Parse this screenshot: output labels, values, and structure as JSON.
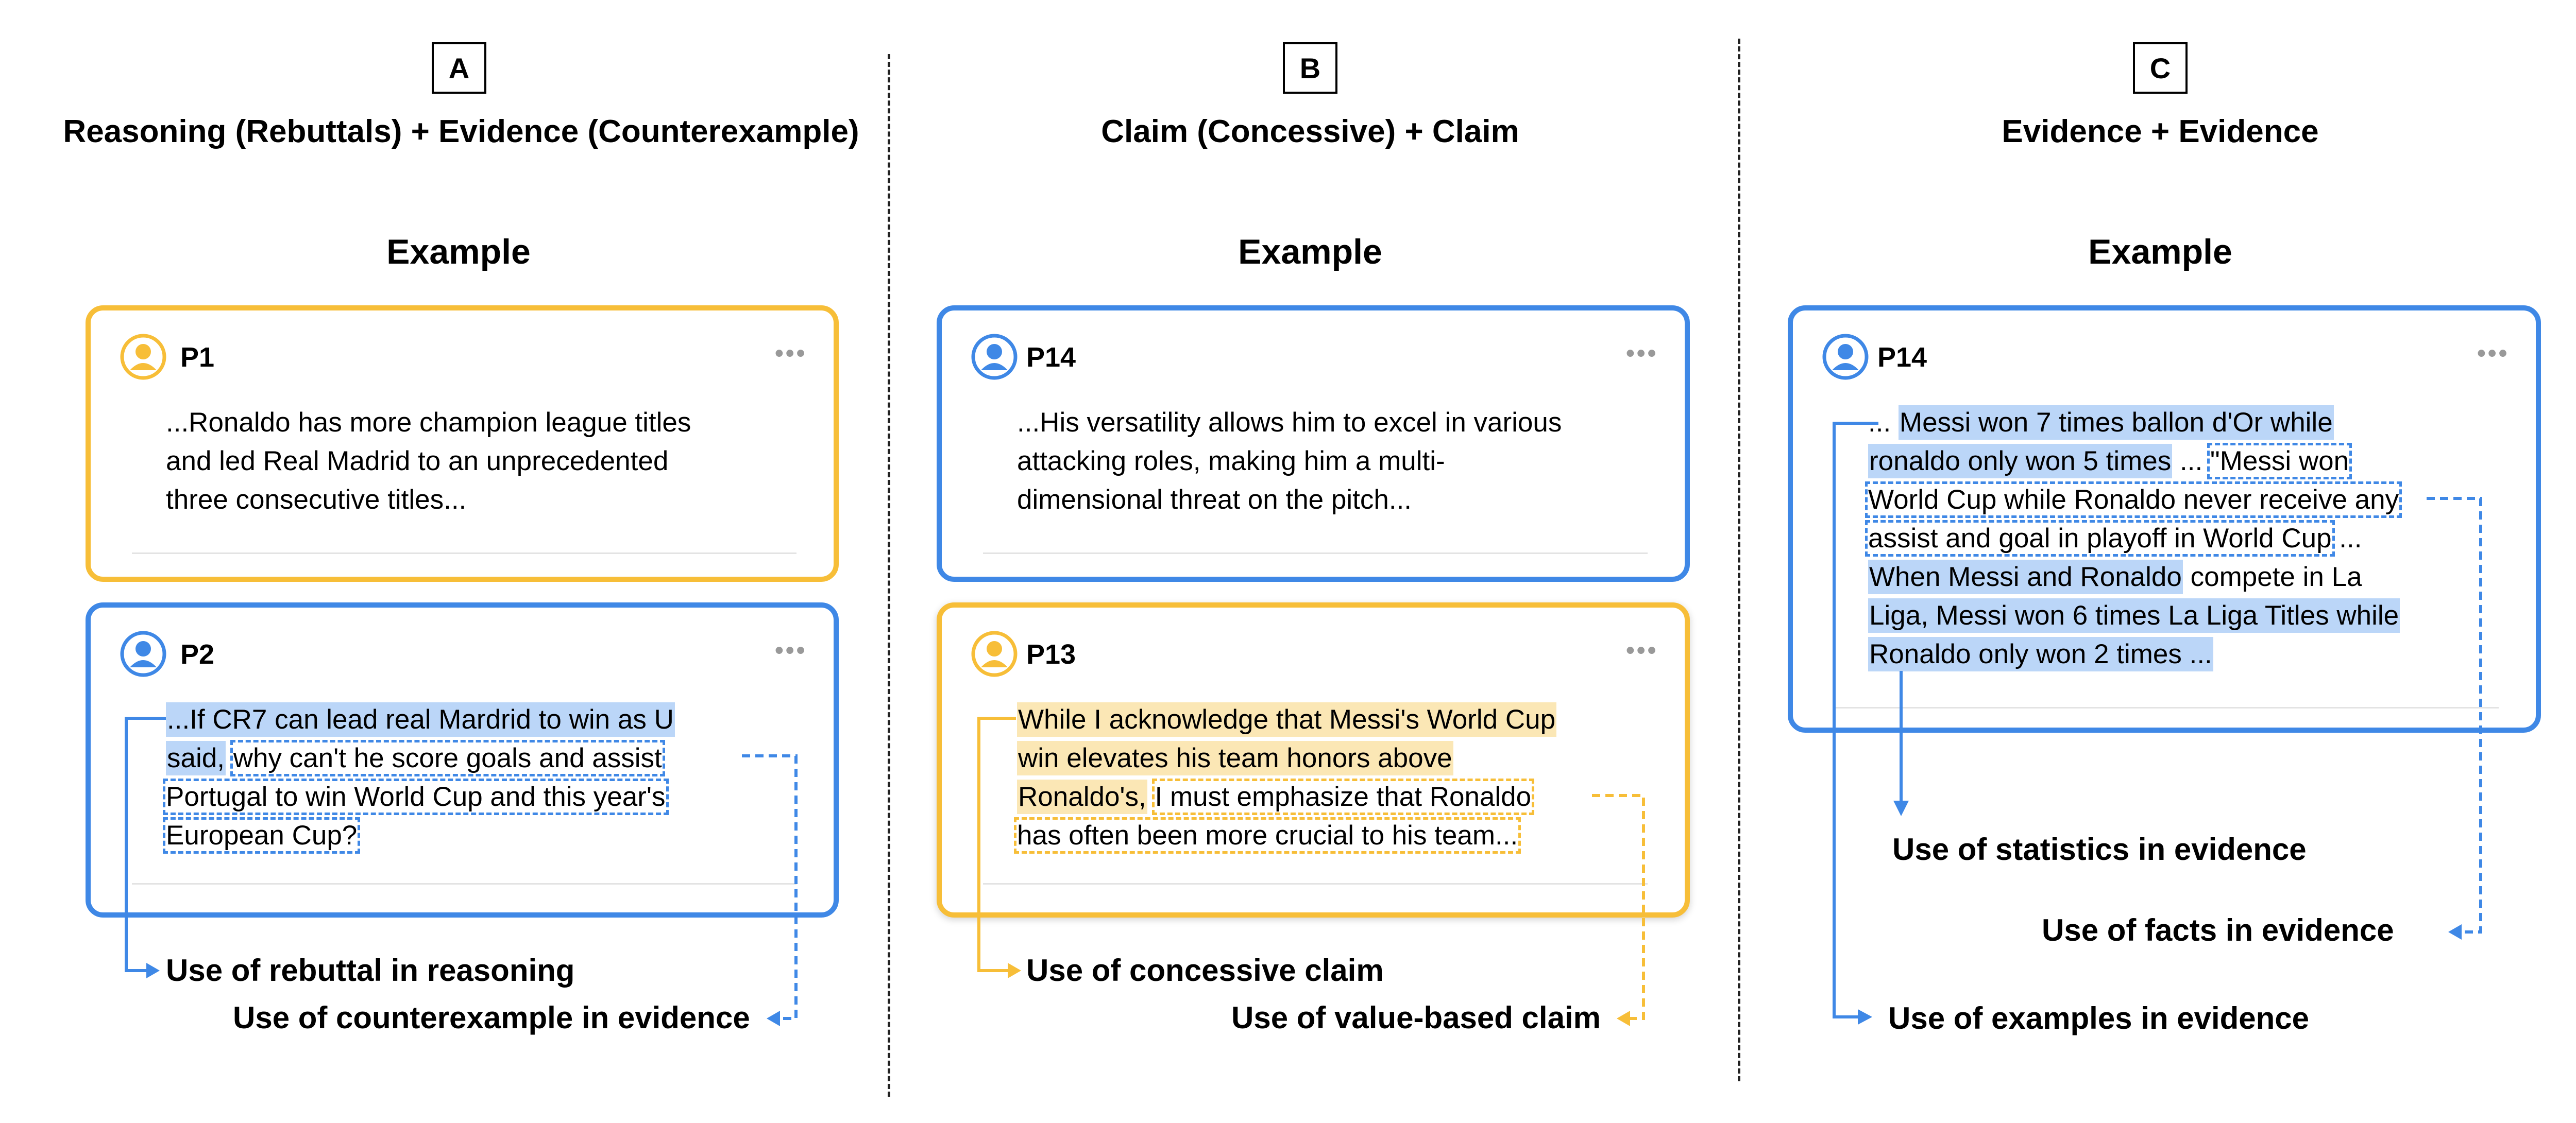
{
  "colors": {
    "blue": "#3F88E6",
    "yellow": "#F7BE38",
    "blue_highlight": "#BBD6F8",
    "yellow_highlight": "#FBE7B5"
  },
  "panels": [
    {
      "letter": "A",
      "title": "Reasoning (Rebuttals) + Evidence (Counterexample)",
      "example_label": "Example",
      "cards": [
        {
          "name": "P1",
          "avatar": "user-icon-yellow",
          "text_lines": [
            "...Ronaldo has more champion league titles",
            "and led Real Madrid to an unprecedented",
            "three consecutive titles..."
          ]
        },
        {
          "name": "P2",
          "avatar": "user-icon-blue",
          "segments": {
            "s1a": "...If CR7 can lead real Mardrid to win as U",
            "s1b": "said,",
            "s2a": "why can't he score goals and assist",
            "s2b": "Portugal to win World Cup and this year's",
            "s2c": "European Cup?"
          }
        }
      ],
      "annotations": [
        "Use of rebuttal in reasoning",
        "Use of counterexample in evidence"
      ]
    },
    {
      "letter": "B",
      "title": "Claim (Concessive) + Claim",
      "example_label": "Example",
      "cards": [
        {
          "name": "P14",
          "avatar": "user-icon-blue",
          "text_lines": [
            "...His versatility allows him to excel in various",
            "attacking roles, making him a multi-",
            "dimensional threat on the pitch..."
          ]
        },
        {
          "name": "P13",
          "avatar": "user-icon-yellow",
          "segments": {
            "s1a": "While I acknowledge that Messi's World Cup",
            "s1b": "win elevates his team honors above",
            "s1c": "Ronaldo's,",
            "s2a": "I must emphasize that Ronaldo",
            "s2b": "has often been more crucial to his team..."
          }
        }
      ],
      "annotations": [
        "Use of concessive claim",
        "Use of value-based claim"
      ]
    },
    {
      "letter": "C",
      "title": "Evidence + Evidence",
      "example_label": "Example",
      "cards": [
        {
          "name": "P14",
          "avatar": "user-icon-blue",
          "segments": {
            "pre": "...",
            "s1a": "Messi won 7 times ballon d'Or while",
            "s1b": "ronaldo only won 5 times",
            "mid": "...",
            "s2a": "\"Messi won",
            "s2b": "World Cup while Ronaldo never receive any",
            "s2c": "assist and goal in playoff in World Cup",
            "post": "...",
            "s3a": "When Messi and Ronaldo",
            "s3plain": "compete in La",
            "s3b": "Liga, Messi won 6 times La Liga Titles while",
            "s3c": "Ronaldo only won 2 times ..."
          }
        }
      ],
      "annotations": [
        "Use of statistics in evidence",
        "Use of facts in evidence",
        "Use of examples in evidence"
      ]
    }
  ]
}
